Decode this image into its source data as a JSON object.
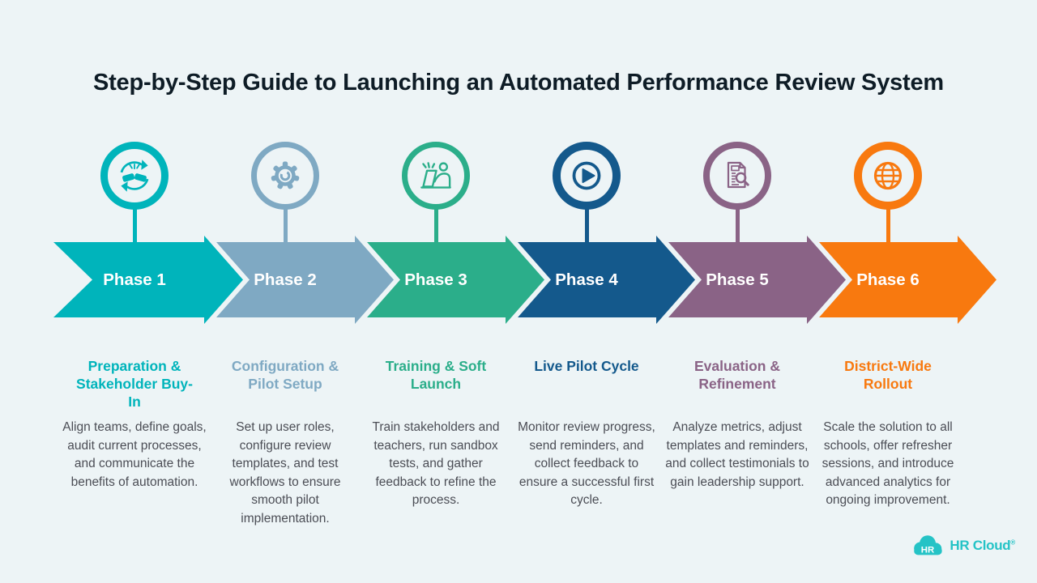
{
  "title": "Step-by-Step Guide to Launching an Automated Performance Review System",
  "background": "#edf4f6",
  "phases": [
    {
      "label": "Phase 1",
      "heading": "Preparation & Stakeholder Buy-In",
      "description": "Align teams, define goals, audit current processes, and communicate the benefits of automation.",
      "color": "#00b4bb",
      "icon": "handshake-cycle-icon"
    },
    {
      "label": "Phase 2",
      "heading": "Configuration & Pilot Setup",
      "description": "Set up user roles, configure review templates, and test workflows to ensure smooth pilot implementation.",
      "color": "#7fa9c3",
      "icon": "gear-icon"
    },
    {
      "label": "Phase 3",
      "heading": "Training & Soft Launch",
      "description": "Train stakeholders and teachers, run sandbox tests, and gather feedback to refine the process.",
      "color": "#2bae8a",
      "icon": "training-laptop-icon"
    },
    {
      "label": "Phase 4",
      "heading": "Live Pilot Cycle",
      "description": "Monitor review progress, send reminders, and collect feedback to ensure a successful first cycle.",
      "color": "#14598c",
      "icon": "play-icon"
    },
    {
      "label": "Phase 5",
      "heading": "Evaluation & Refinement",
      "description": "Analyze metrics, adjust templates and reminders, and collect testimonials to gain leadership support.",
      "color": "#8a6386",
      "icon": "document-search-icon"
    },
    {
      "label": "Phase 6",
      "heading": "District-Wide Rollout",
      "description": "Scale the solution to all schools, offer refresher sessions, and introduce advanced analytics for ongoing improvement.",
      "color": "#f8790f",
      "icon": "globe-icon"
    }
  ],
  "footer": {
    "logo_badge": "HR",
    "logo_text": "HR Cloud",
    "logo_mark": "®",
    "logo_color": "#25c3c6"
  }
}
